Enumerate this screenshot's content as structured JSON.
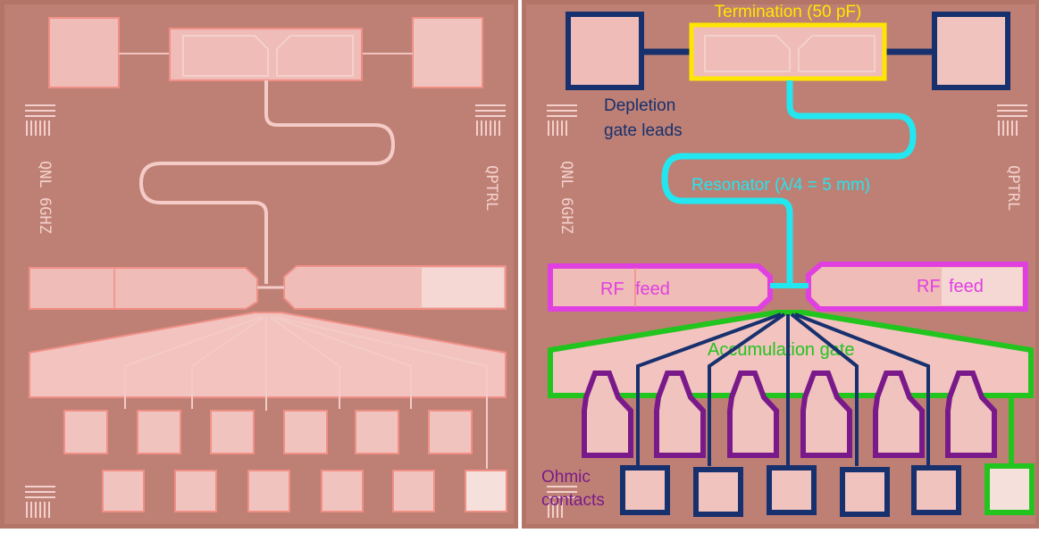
{
  "panels": {
    "left": {
      "chip_texts": {
        "left_vertical": "QNL 6GHZ",
        "right_vertical": "QPTRL"
      }
    },
    "right": {
      "chip_texts": {
        "left_vertical": "QNL 6GHZ",
        "right_vertical": "QPTRL"
      },
      "annotations": {
        "termination": "Termination (50 pF)",
        "depletion_line1": "Depletion",
        "depletion_line2": "gate leads",
        "resonator": "Resonator (λ/4 = 5 mm)",
        "rf_feed_left_a": "RF",
        "rf_feed_left_b": "feed",
        "rf_feed_right_a": "RF",
        "rf_feed_right_b": "feed",
        "accumulation": "Accumulation gate",
        "ohmic_line1": "Ohmic",
        "ohmic_line2": "contacts"
      },
      "annotation_colors": {
        "depletion": "#17306e",
        "termination": "#ffe600",
        "resonator": "#22e7f0",
        "rf_feed": "#e040e0",
        "accumulation": "#22c41e",
        "ohmic": "#7a1a8a"
      }
    }
  },
  "colors": {
    "substrate": "#b97a6e",
    "metal": "#f2c3c0",
    "metal_edge": "#f08f86",
    "frame": "#8c5a50"
  }
}
